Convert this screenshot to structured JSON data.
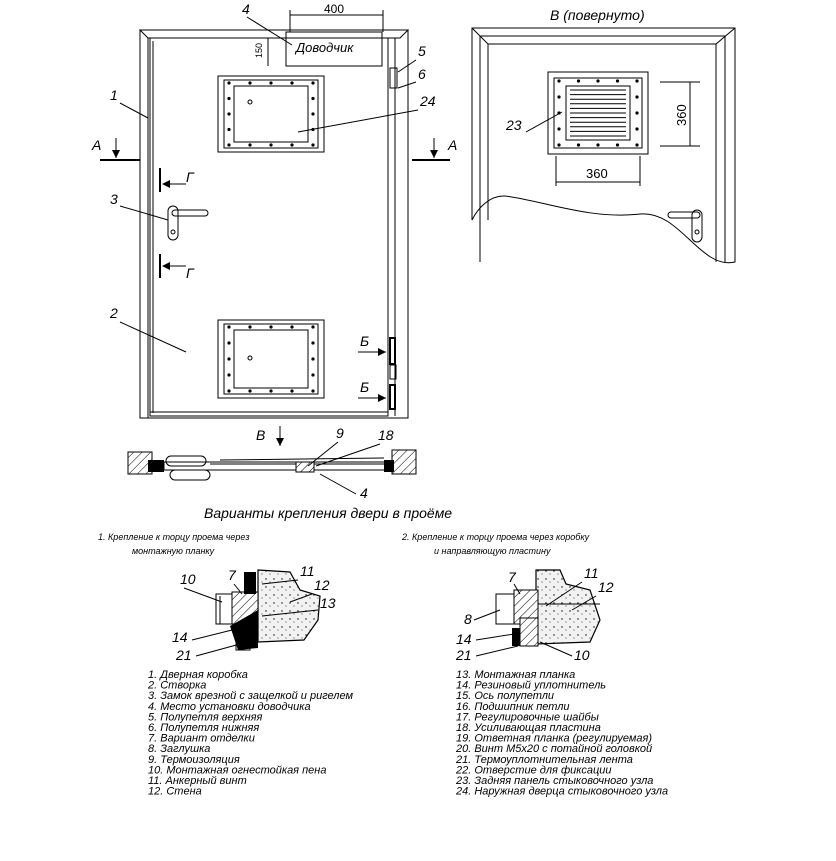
{
  "labels": {
    "door_front": {
      "n1": "1",
      "n2": "2",
      "n3": "3",
      "n4": "4",
      "n5": "5",
      "n6": "6",
      "n24": "24"
    },
    "closer_text": "Доводчик",
    "dim_400": "400",
    "dim_150": "150",
    "section_A": "А",
    "section_G": "Г",
    "section_B": "Б",
    "section_V": "В",
    "view_B_title": "В (повернуто)",
    "dim_360_h": "360",
    "dim_360_v": "360",
    "n23": "23",
    "plan": {
      "n9": "9",
      "n18": "18",
      "n4": "4"
    }
  },
  "variants_title": "Варианты крепления двери в проёме",
  "variant1": {
    "line1": "1. Крепление к торцу проема через",
    "line2": "монтажную планку",
    "callouts": {
      "c7": "7",
      "c11": "11",
      "c12": "12",
      "c10": "10",
      "c13": "13",
      "c14": "14",
      "c21": "21"
    }
  },
  "variant2": {
    "line1": "2. Крепление к торцу проема через коробку",
    "line2": "и направляющую пластину",
    "callouts": {
      "c7": "7",
      "c11": "11",
      "c12": "12",
      "c8": "8",
      "c14": "14",
      "c21": "21",
      "c10": "10"
    }
  },
  "legend_left": [
    "1. Дверная коробка",
    "2. Створка",
    "3. Замок врезной с защелкой и ригелем",
    "4. Место установки доводчика",
    "5. Полупетля верхняя",
    "6. Полупетля нижняя",
    "7. Вариант отделки",
    "8. Заглушка",
    "9. Термоизоляция",
    "10. Монтажная огнестойкая пена",
    "11. Анкерный винт",
    "12. Стена"
  ],
  "legend_right": [
    "13. Монтажная планка",
    "14. Резиновый уплотнитель",
    "15. Ось полупетли",
    "16. Подшипник петли",
    "17. Регулировочные шайбы",
    "18. Усиливающая пластина",
    "19. Ответная планка (регулируемая)",
    "20. Винт М5х20 с потайной головкой",
    "21. Термоуплотнительная лента",
    "22. Отверстие для фиксации",
    "23. Задняя панель стыковочного узла",
    "24. Наружная дверца стыковочного узла"
  ]
}
